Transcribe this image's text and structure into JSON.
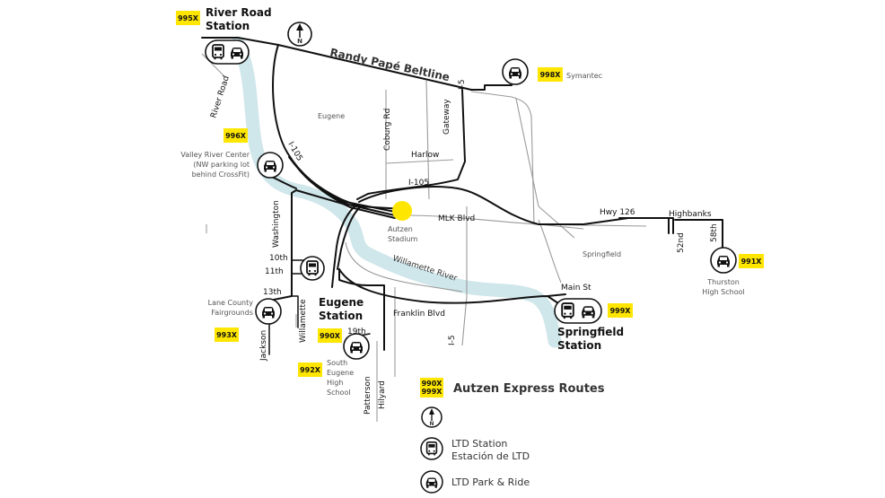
{
  "stations": {
    "river_road": [
      "River Road",
      "Station"
    ],
    "eugene": [
      "Eugene",
      "Station"
    ],
    "springfield": [
      "Springfield",
      "Station"
    ]
  },
  "routes": {
    "r995": "995X",
    "r996": "996X",
    "r998": "998X",
    "r993": "993X",
    "r990": "990X",
    "r992": "992X",
    "r999": "999X",
    "r991": "991X"
  },
  "places": {
    "eugene": "Eugene",
    "springfield": "Springfield",
    "autzen": [
      "Autzen",
      "Stadium"
    ],
    "valley_river": [
      "Valley River Center",
      "(NW parking lot",
      "behind CrossFit)"
    ],
    "symantec": "Symantec",
    "lane_county": [
      "Lane County",
      "Fairgrounds"
    ],
    "south_eugene": [
      "South",
      "Eugene",
      "High",
      "School"
    ],
    "thurston": [
      "Thurston",
      "High School"
    ],
    "willamette_river": "Willamette River"
  },
  "roads": {
    "beltline": "Randy Papé Beltline",
    "river_road": "River Road",
    "i105": "I-105",
    "i105b": "I-105",
    "i5a": "I-5",
    "i5b": "I-5",
    "coburg": "Coburg Rd",
    "gateway": "Gateway",
    "harlow": "Harlow",
    "mlk": "MLK Blvd",
    "hwy126": "Hwy 126",
    "highbanks": "Highbanks",
    "s52": "52nd",
    "s58": "58th",
    "washington": "Washington",
    "tenth": "10th",
    "eleventh": "11th",
    "thirteenth": "13th",
    "jackson": "Jackson",
    "willamette": "Willamette",
    "nineteenth": "19th",
    "patterson": "Patterson",
    "hilyard": "Hilyard",
    "franklin": "Franklin Blvd",
    "main": "Main St"
  },
  "legend": {
    "title": "Autzen Express Routes",
    "badge_top": "990X",
    "badge_bottom": "999X",
    "north": "N",
    "station_en": "LTD Station",
    "station_es": "Estación de LTD",
    "park_ride": "LTD  Park & Ride"
  },
  "colors": {
    "badge": "#FFE600",
    "route": "#111111",
    "road": "#999999",
    "river": "#cfe6ea",
    "stadium": "#FFE600"
  }
}
